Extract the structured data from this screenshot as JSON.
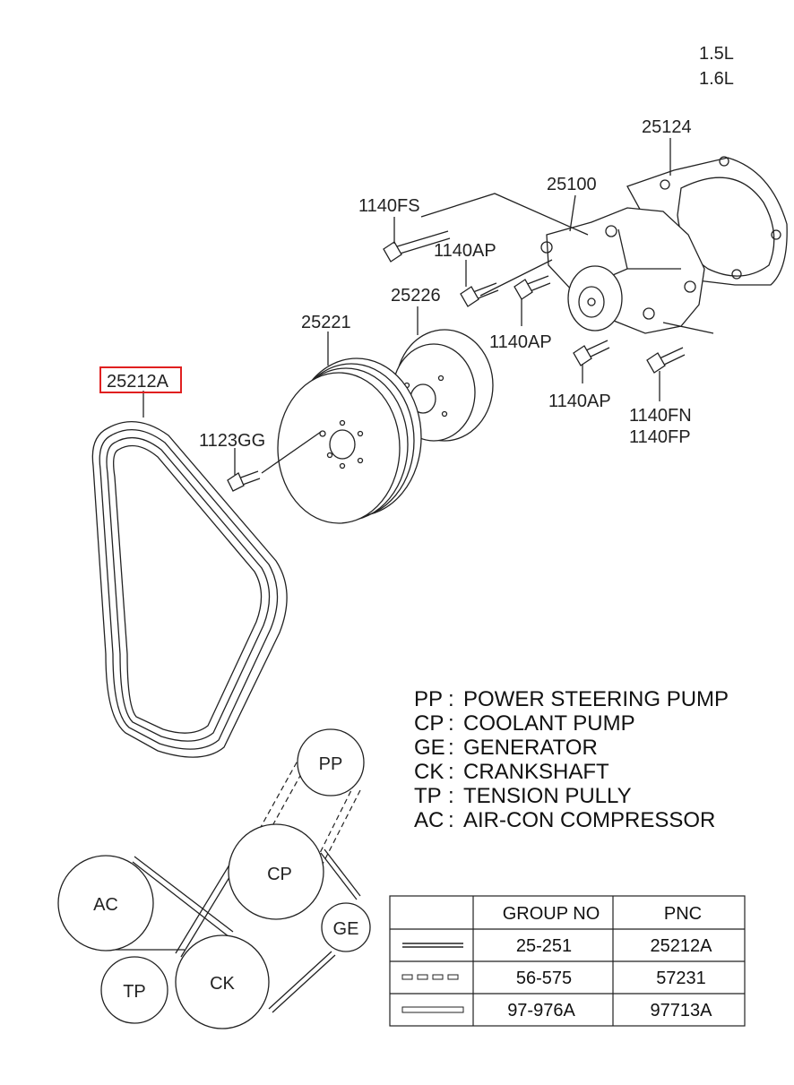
{
  "engine": [
    "1.5L",
    "1.6L"
  ],
  "parts": {
    "p25124": "25124",
    "p25100": "25100",
    "p1140FS": "1140FS",
    "p1140AP_1": "1140AP",
    "p1140AP_2": "1140AP",
    "p1140AP_3": "1140AP",
    "p1140FN": "1140FN",
    "p1140FP": "1140FP",
    "p25226": "25226",
    "p25221": "25221",
    "p25212A": "25212A",
    "p1123GG": "1123GG"
  },
  "highlight_color": "#e02020",
  "legend": [
    {
      "code": "PP",
      "sep": ":",
      "desc": "POWER STEERING PUMP"
    },
    {
      "code": "CP",
      "sep": ":",
      "desc": "COOLANT PUMP"
    },
    {
      "code": "GE",
      "sep": ":",
      "desc": "GENERATOR"
    },
    {
      "code": "CK",
      "sep": ":",
      "desc": "CRANKSHAFT"
    },
    {
      "code": "TP",
      "sep": ":",
      "desc": "TENSION PULLY"
    },
    {
      "code": "AC",
      "sep": ":",
      "desc": "AIR-CON COMPRESSOR"
    }
  ],
  "pulleys": {
    "pp": "PP",
    "cp": "CP",
    "ac": "AC",
    "ge": "GE",
    "ck": "CK",
    "tp": "TP"
  },
  "table": {
    "headers": [
      "",
      "GROUP NO",
      "PNC"
    ],
    "rows": [
      {
        "line": "double-solid",
        "group": "25-251",
        "pnc": "25212A"
      },
      {
        "line": "dashed",
        "group": "56-575",
        "pnc": "57231"
      },
      {
        "line": "hollow",
        "group": "97-976A",
        "pnc": "97713A"
      }
    ]
  }
}
